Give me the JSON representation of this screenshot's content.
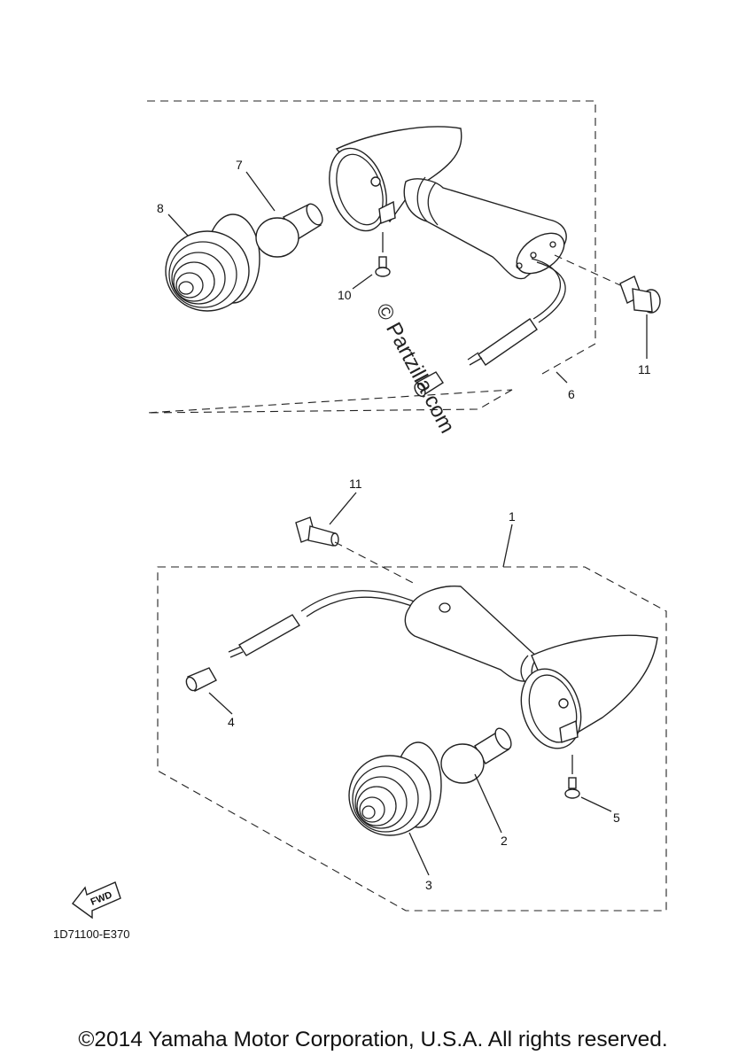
{
  "diagram": {
    "callouts": {
      "c1": "1",
      "c2": "2",
      "c3": "3",
      "c4": "4",
      "c5": "5",
      "c6": "6",
      "c7": "7",
      "c8": "8",
      "c10": "10",
      "c11_top": "11",
      "c11_bottom": "11"
    },
    "watermark": "© Partzilla.com",
    "fwd_label": "FWD",
    "diagram_code": "1D71100-E370",
    "copyright": "©2014 Yamaha Motor Corporation, U.S.A. All rights reserved."
  }
}
